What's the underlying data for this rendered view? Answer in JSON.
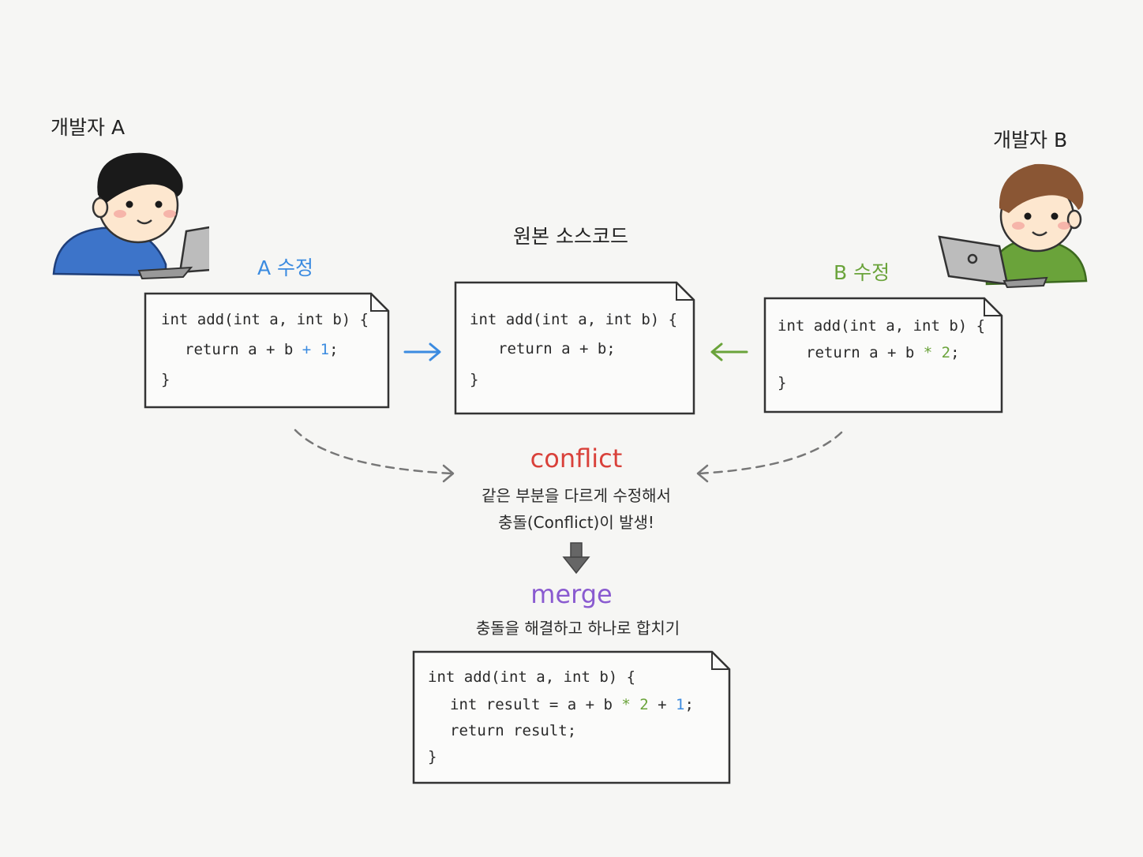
{
  "developer_a": {
    "label": "개발자 A",
    "change_label": "A 수정"
  },
  "developer_b": {
    "label": "개발자 B",
    "change_label": "B 수정"
  },
  "original": {
    "title": "원본 소스코드"
  },
  "code_a": {
    "line1": "int add(int a, int b) {",
    "line2_plain": "return a + b",
    "line2_highlight": "+ 1",
    "line2_end": ";",
    "line3": "}"
  },
  "code_original": {
    "line1": "int add(int a, int b) {",
    "line2": "return a + b;",
    "line3": "}"
  },
  "code_b": {
    "line1": "int add(int a, int b) {",
    "line2_plain": "return a + b",
    "line2_highlight": "* 2",
    "line2_end": ";",
    "line3": "}"
  },
  "conflict": {
    "title": "conflict",
    "desc_line1": "같은 부분을 다르게 수정해서",
    "desc_line2": "충돌(Conflict)이 발생!"
  },
  "merge": {
    "title": "merge",
    "desc": "충돌을 해결하고 하나로 합치기"
  },
  "code_merged": {
    "line1": "int add(int a, int b) {",
    "line2_plain": "int result = a + b",
    "line2_green": "* 2",
    "line2_mid": "+",
    "line2_blue": "1",
    "line2_end": ";",
    "line3": "return result;",
    "line4": "}"
  },
  "colors": {
    "developer_a_accent": "#3b8be0",
    "developer_b_accent": "#6aa33a",
    "conflict": "#d9413a",
    "merge": "#8a5bd0"
  }
}
